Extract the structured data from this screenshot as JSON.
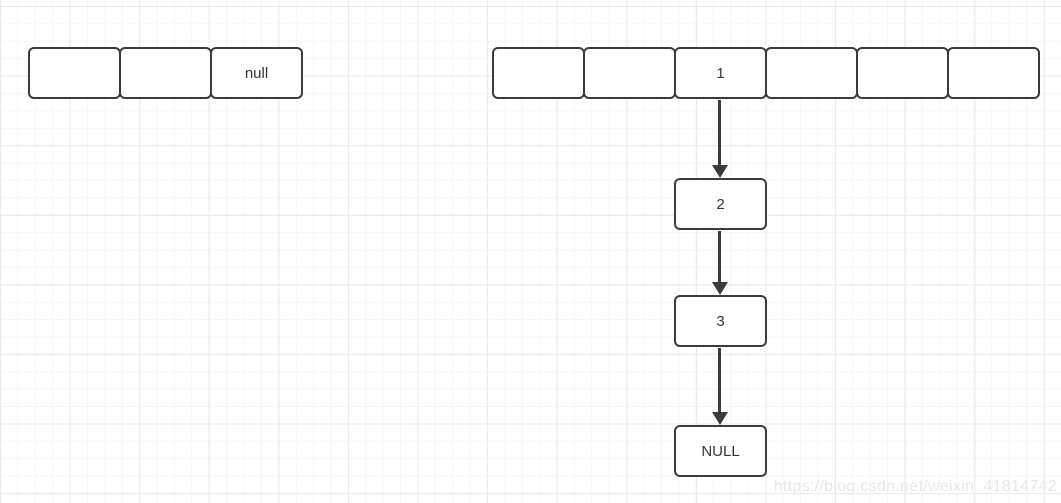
{
  "diagram": {
    "description": "Hash bucket arrays with a linked-list chain",
    "left_array": {
      "cells": [
        "",
        "",
        "null"
      ]
    },
    "right_array": {
      "cells": [
        "",
        "",
        "1",
        "",
        "",
        ""
      ]
    },
    "chain": {
      "nodes": [
        "2",
        "3",
        "NULL"
      ]
    },
    "watermark": "https://blog.csdn.net/weixin_41814742",
    "colors": {
      "background": "#ffffff",
      "box_border": "#3b3b3b",
      "text": "#333333",
      "grid_minor": "#f5f5f5",
      "grid_major": "#e9e9e9",
      "watermark": "#e7e7e7"
    }
  }
}
